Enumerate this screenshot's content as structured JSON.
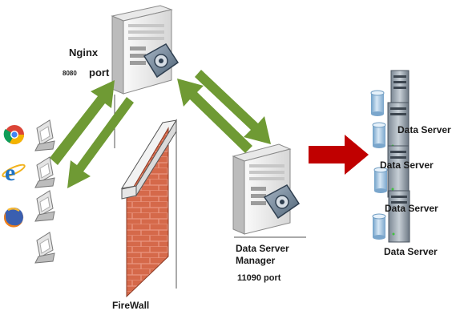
{
  "diagram": {
    "nginx": {
      "label": "Nginx",
      "port_number": "8080",
      "port_word": "port"
    },
    "data_server_manager": {
      "label": "Data Server Manager",
      "port": "11090 port"
    },
    "firewall": {
      "label": "FireWall"
    },
    "data_servers": [
      {
        "label": "Data Server"
      },
      {
        "label": "Data Server"
      },
      {
        "label": "Data Server"
      },
      {
        "label": "Data Server"
      }
    ],
    "clients": [
      {
        "browser": "chrome-icon"
      },
      {
        "browser": "internet-explorer-icon"
      },
      {
        "browser": "firefox-icon"
      },
      {
        "browser": "none"
      }
    ],
    "colors": {
      "arrow_green": "#6f9a34",
      "arrow_red": "#c00000",
      "brick": "#d96a4a"
    }
  }
}
